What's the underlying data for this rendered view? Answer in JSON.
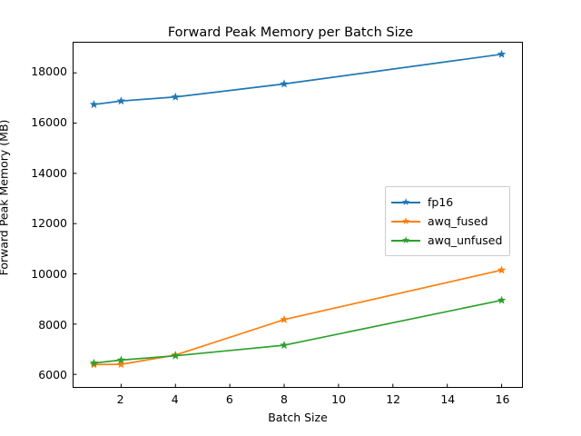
{
  "chart_data": {
    "type": "line",
    "title": "Forward Peak Memory per Batch Size",
    "xlabel": "Batch Size",
    "ylabel": "Forward Peak Memory (MB)",
    "x": [
      1,
      2,
      4,
      8,
      16
    ],
    "xlim": [
      0.25,
      16.75
    ],
    "ylim": [
      5500,
      19200
    ],
    "xticks": [
      2,
      4,
      6,
      8,
      10,
      12,
      14,
      16
    ],
    "xtick_labels": [
      "2",
      "4",
      "6",
      "8",
      "10",
      "12",
      "14",
      "16"
    ],
    "yticks": [
      6000,
      8000,
      10000,
      12000,
      14000,
      16000,
      18000
    ],
    "ytick_labels": [
      "6000",
      "8000",
      "10000",
      "12000",
      "14000",
      "16000",
      "18000"
    ],
    "grid": false,
    "legend_position": "center right",
    "marker": "star",
    "series": [
      {
        "name": "fp16",
        "color": "#1f77b4",
        "values": [
          16740,
          16880,
          17040,
          17560,
          18740
        ]
      },
      {
        "name": "awq_fused",
        "color": "#ff7f0e",
        "values": [
          6390,
          6400,
          6770,
          8180,
          10150
        ]
      },
      {
        "name": "awq_unfused",
        "color": "#2ca02c",
        "values": [
          6450,
          6570,
          6740,
          7160,
          8950
        ]
      }
    ]
  },
  "figure": {
    "background": "#ffffff",
    "axes_edge_color": "#000000"
  }
}
